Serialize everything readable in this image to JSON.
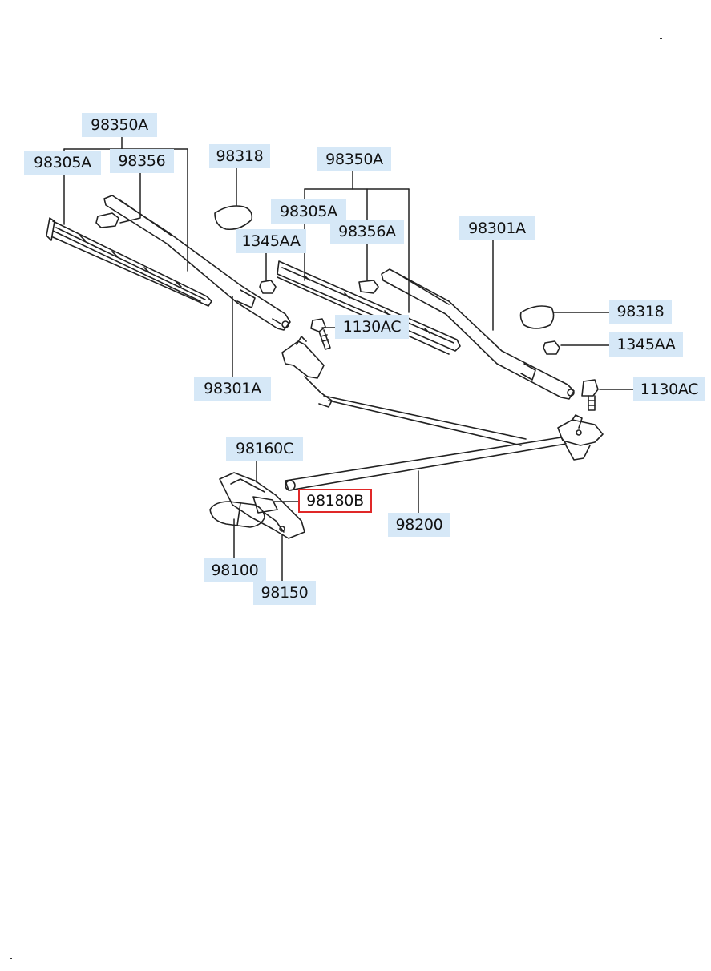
{
  "labels": {
    "a": "98350A",
    "b": "98305A",
    "c": "98356",
    "d": "98318",
    "e": "98350A",
    "f": "98305A",
    "g": "1345AA",
    "h": "98356A",
    "i": "98301A",
    "j": "1130AC",
    "k": "98318",
    "l": "1345AA",
    "m": "1130AC",
    "n": "98301A",
    "o": "98160C",
    "p": "98180B",
    "q": "98200",
    "r": "98100",
    "s": "98150"
  },
  "highlighted_part": "98180B",
  "colors": {
    "label_bg": "#d6e8f7",
    "highlight_border": "#e02828",
    "line": "#222222"
  }
}
